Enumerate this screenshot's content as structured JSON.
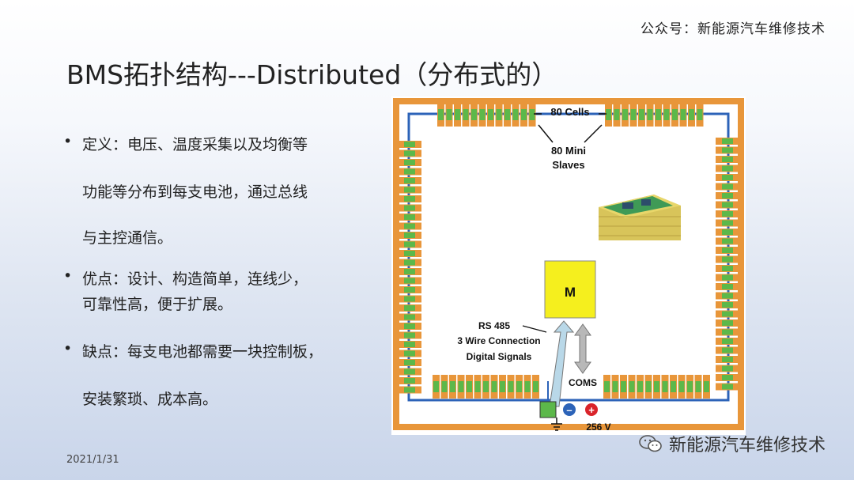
{
  "header": {
    "source": "公众号：新能源汽车维修技术"
  },
  "title": "BMS拓扑结构---Distributed（分布式的）",
  "bullets": [
    {
      "line1": "定义：电压、温度采集以及均衡等",
      "line2": "功能等分布到每支电池，通过总线",
      "line3": "与主控通信。"
    },
    {
      "line1": "优点：设计、构造简单，连线少，",
      "line2": "可靠性高，便于扩展。"
    },
    {
      "line1": "缺点：每支电池都需要一块控制板，",
      "line2": "安装繁琐、成本高。"
    }
  ],
  "diagram": {
    "cells_label": "80 Cells",
    "slaves_label_1": "80 Mini",
    "slaves_label_2": "Slaves",
    "master_label": "M",
    "bus_label_1": "RS 485",
    "bus_label_2": "3 Wire Connection",
    "bus_label_3": "Digital Signals",
    "coms_label": "COMS",
    "voltage_label": "256 V",
    "plus_symbol": "+",
    "minus_symbol": "–",
    "colors": {
      "cell_orange": "#e8963a",
      "slave_green": "#5cb84a",
      "bus_blue": "#2c63b8",
      "master_yellow": "#f5ef1e"
    }
  },
  "footer": {
    "date": "2021/1/31",
    "watermark": "新能源汽车维修技术"
  }
}
